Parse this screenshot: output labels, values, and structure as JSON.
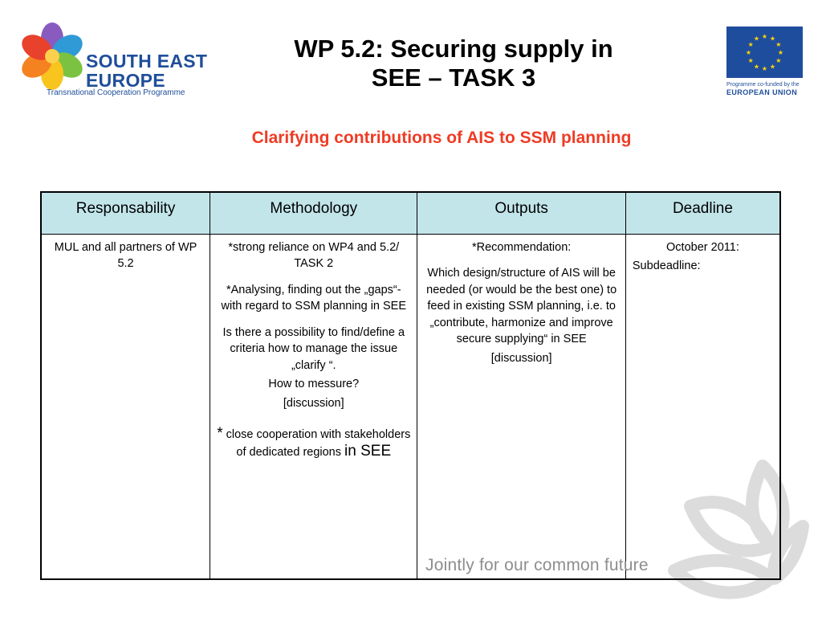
{
  "logo": {
    "line1": "SOUTH EAST",
    "line2": "EUROPE",
    "line3": "Transnational Cooperation Programme"
  },
  "eu_logo": {
    "line1": "Programme co-funded by the",
    "line2": "EUROPEAN UNION"
  },
  "title": {
    "line1": "WP 5.2: Securing supply in",
    "line2": "SEE – TASK 3"
  },
  "subtitle": "Clarifying contributions of AIS to SSM planning",
  "table": {
    "headers": [
      "Responsability",
      "Methodology",
      "Outputs",
      "Deadline"
    ],
    "responsability": "MUL and all partners of WP 5.2",
    "methodology": {
      "p1": "*strong reliance on WP4 and 5.2/ TASK 2",
      "p2": "*Analysing, finding out the „gaps“- with regard to SSM planning in SEE",
      "p3": "Is there a possibility to find/define a criteria how to manage the issue „clarify “.",
      "p4": "How to messure?",
      "p5": "[discussion]",
      "p6_star": "*",
      "p6_text": " close cooperation with stakeholders of dedicated regions ",
      "p6_tail": "in SEE"
    },
    "outputs": {
      "p1": "*Recommendation:",
      "p2": "Which design/structure of AIS will be needed (or would be the best one) to feed in existing SSM planning, i.e. to „contribute, harmonize and improve secure supplying“ in SEE",
      "p3": "[discussion]"
    },
    "deadline": {
      "p1": "October 2011:",
      "p2": "Subdeadline:"
    }
  },
  "slogan": "Jointly for our common future",
  "colors": {
    "title_text": "#000000",
    "subtitle_text": "#ef3b24",
    "header_bg": "#c2e5ea",
    "logo_blue": "#1f4e9a",
    "eu_flag_blue": "#1f4d9e",
    "eu_star": "#ffd700",
    "slogan_gray": "#8e8e8e"
  }
}
